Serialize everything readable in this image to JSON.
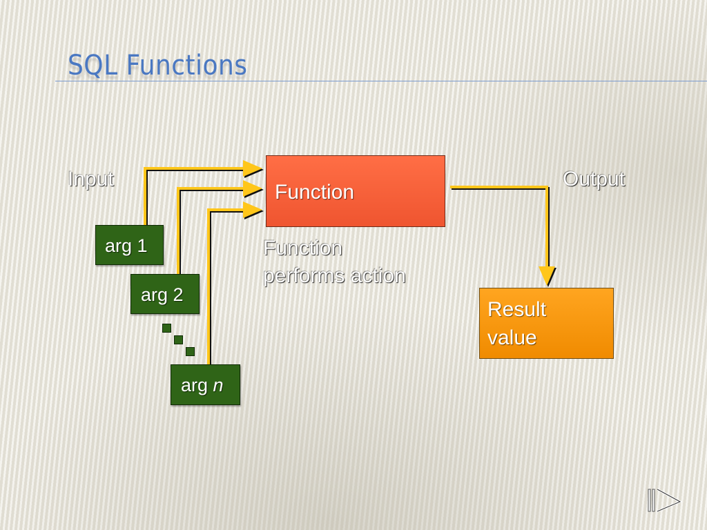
{
  "slide": {
    "title": "SQL Functions",
    "input_label": "Input",
    "output_label": "Output",
    "function_label": "Function",
    "action_caption": [
      "Function",
      "performs action"
    ],
    "args": [
      {
        "name": "arg 1"
      },
      {
        "name": "arg 2"
      },
      {
        "name": "arg ",
        "var": "n"
      }
    ],
    "result_label": [
      "Result",
      "value"
    ]
  },
  "colors": {
    "title": "#4a78c2",
    "arg_box": "#2f6417",
    "function_box": "#ff6e45",
    "result_box": "#ffa520",
    "arrow": "#ffc61a"
  },
  "icons": {
    "nav": "play-forward-icon"
  }
}
